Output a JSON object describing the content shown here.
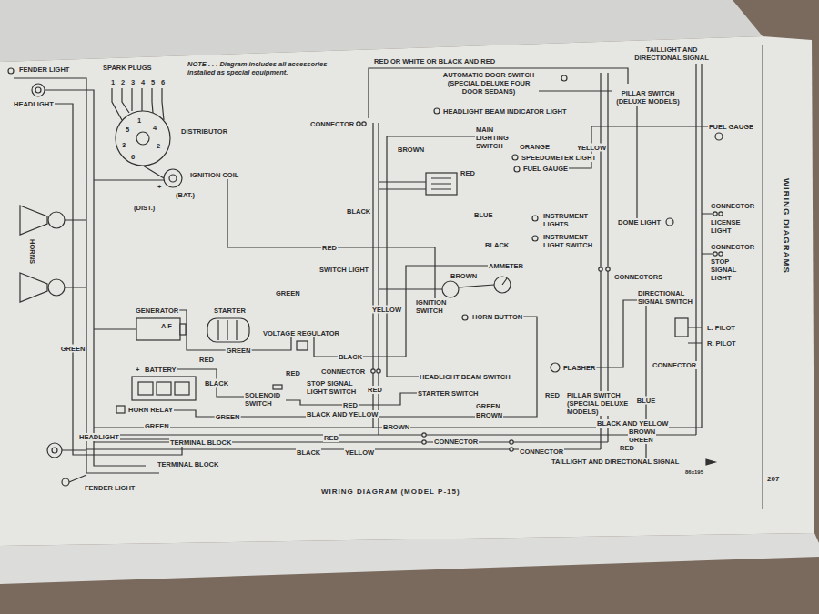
{
  "diagram": {
    "caption": "WIRING DIAGRAM (MODEL P-15)",
    "nodes": [
      {
        "text": [
          "HEADLIGHT"
        ]
      },
      {
        "text": [
          "FENDER LIGHT"
        ]
      },
      {
        "text": [
          "SPARK PLUGS"
        ]
      },
      {
        "text": [
          "DISTRIBUTOR"
        ]
      },
      {
        "text": [
          "IGNITION COIL"
        ]
      },
      {
        "text": [
          "GENERATOR"
        ]
      },
      {
        "text": [
          "STARTER"
        ]
      },
      {
        "text": [
          "VOLTAGE REGULATOR"
        ]
      },
      {
        "text": [
          "BATTERY"
        ]
      },
      {
        "text": [
          "SOLENOID SWITCH"
        ]
      },
      {
        "text": [
          "HORN RELAY"
        ]
      },
      {
        "text": [
          "TERMINAL BLOCK"
        ]
      },
      {
        "text": [
          "TERMINAL BLOCK"
        ]
      },
      {
        "text": [
          "HEADLIGHT"
        ]
      },
      {
        "text": [
          "FENDER LIGHT"
        ]
      },
      {
        "text": [
          "AUTOMATIC DOOR SWITCH (SPECIAL DELUXE FOUR DOOR SEDANS)"
        ]
      },
      {
        "text": [
          "PILLAR SWITCH (DELUXE MODELS)"
        ]
      },
      {
        "text": [
          "HEADLIGHT BEAM INDICATOR LIGHT"
        ]
      },
      {
        "text": [
          "MAIN LIGHTING SWITCH"
        ]
      },
      {
        "text": [
          "SPEEDOMETER LIGHT"
        ]
      },
      {
        "text": [
          "FUEL GAUGE"
        ]
      },
      {
        "text": [
          "INSTRUMENT LIGHTS"
        ]
      },
      {
        "text": [
          "INSTRUMENT LIGHT SWITCH"
        ]
      },
      {
        "text": [
          "DOME LIGHT"
        ]
      },
      {
        "text": [
          "SWITCH LIGHT"
        ]
      },
      {
        "text": [
          "AMMETER"
        ]
      },
      {
        "text": [
          "IGNITION SWITCH"
        ]
      },
      {
        "text": [
          "HORN BUTTON"
        ]
      },
      {
        "text": [
          "FUEL GAUGE"
        ]
      },
      {
        "text": [
          "LICENSE LIGHT"
        ]
      },
      {
        "text": [
          "STOP SIGNAL LIGHT"
        ]
      },
      {
        "text": [
          "DIRECTIONAL SIGNAL SWITCH"
        ]
      },
      {
        "text": [
          "FLASHER"
        ]
      },
      {
        "text": [
          "PILLAR SWITCH (SPECIAL DELUXE MODELS)"
        ]
      },
      {
        "text": [
          "STOP SIGNAL LIGHT SWITCH"
        ]
      },
      {
        "text": [
          "HEADLIGHT BEAM SWITCH"
        ]
      },
      {
        "text": [
          "STARTER SWITCH"
        ]
      },
      {
        "text": [
          "TAILLIGHT AND DIRECTIONAL SIGNAL"
        ]
      },
      {
        "text": [
          "TAILLIGHT AND DIRECTIONAL SIGNAL"
        ]
      }
    ],
    "edges": [
      {
        "from": 4,
        "to": 26,
        "arrow": "none",
        "label": "RED"
      },
      {
        "from": 5,
        "to": 7,
        "arrow": "none",
        "label": "GREEN"
      },
      {
        "from": 7,
        "to": 25,
        "arrow": "none",
        "label": "BLACK"
      },
      {
        "from": 8,
        "to": 9,
        "arrow": "none",
        "label": "BLACK"
      },
      {
        "from": 10,
        "to": 27,
        "arrow": "none",
        "label": "GREEN"
      },
      {
        "from": 20,
        "to": 28,
        "arrow": "none",
        "label": "YELLOW"
      },
      {
        "from": 23,
        "to": 16,
        "arrow": "none"
      },
      {
        "from": 32,
        "to": 31,
        "arrow": "none"
      },
      {
        "from": 18,
        "to": 35,
        "arrow": "none",
        "label": "YELLOW"
      },
      {
        "from": 13,
        "to": 11,
        "arrow": "none"
      },
      {
        "from": 11,
        "to": 0,
        "arrow": "none",
        "label": "GREEN"
      },
      {
        "from": 36,
        "to": 9,
        "arrow": "none",
        "label": "RED"
      },
      {
        "from": 16,
        "to": 15,
        "arrow": "none"
      },
      {
        "from": 31,
        "to": 38,
        "arrow": "none",
        "label": "BLUE"
      }
    ],
    "labels": [
      "NOTE . . . Diagram includes all accessories installed as special equipment.",
      "RED OR WHITE OR BLACK AND RED",
      "1",
      "2",
      "3",
      "4",
      "5",
      "6",
      "5",
      "1",
      "4",
      "3",
      "2",
      "6",
      "CONNECTOR",
      "BROWN",
      "ORANGE",
      "+",
      "(BAT.)",
      "(DIST.)",
      "RED",
      "BLACK",
      "BLUE",
      "HORNS",
      "BLACK",
      "BROWN",
      "CONNECTORS",
      "GREEN",
      "CONNECTOR",
      "CONNECTOR",
      "A F",
      "L. PILOT",
      "R. PILOT",
      "CONNECTOR",
      "RED",
      "+",
      "RED",
      "CONNECTOR",
      "RED",
      "RED",
      "GREEN",
      "BROWN",
      "BLACK AND YELLOW",
      "GREEN",
      "BROWN",
      "BLACK AND YELLOW",
      "BROWN",
      "RED",
      "CONNECTOR",
      "GREEN",
      "RED",
      "BLACK",
      "YELLOW",
      "CONNECTOR",
      "86x195",
      "WIRING DIAGRAMS",
      "207"
    ]
  }
}
